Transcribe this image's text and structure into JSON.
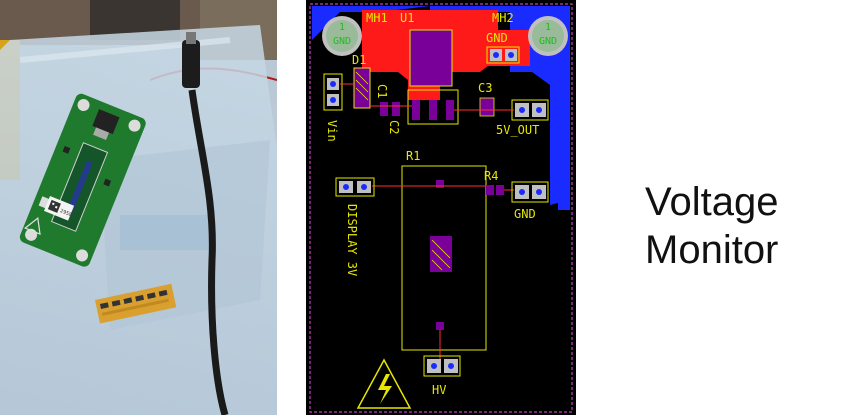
{
  "caption": {
    "line1": "Voltage",
    "line2": "Monitor"
  },
  "pcb": {
    "labels": {
      "mh1": "MH1",
      "u1": "U1",
      "mh2": "MH2",
      "gnd_top": "GND",
      "d1": "D1",
      "c1": "C1",
      "c2": "C2",
      "c3": "C3",
      "vin": "Vin",
      "out": "5V_OUT",
      "r1": "R1",
      "r4": "R4",
      "gnd_mid": "GND",
      "display": "DISPLAY 3V",
      "hv": "HV"
    },
    "mounting_hole_text": {
      "number": "1",
      "net": "GND"
    }
  },
  "photo": {
    "sticker_number": "2958"
  },
  "colors": {
    "top_copper": "#ff1a1a",
    "bottom_copper": "#1a2bff",
    "silkscreen": "#e6e600",
    "pad": "#7a009a",
    "pcb_bg": "#000000",
    "hole_pad": "#c0c0c0",
    "hole_text": "#22bb22"
  }
}
